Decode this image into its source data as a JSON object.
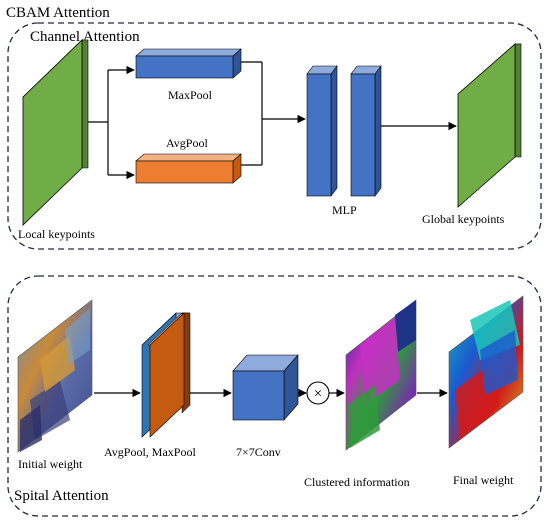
{
  "figure": {
    "title": "CBAM Attention"
  },
  "channel_attention": {
    "title": "Channel Attention",
    "input_label": "Local keypoints",
    "maxpool_label": "MaxPool",
    "avgpool_label": "AvgPool",
    "mlp_label": "MLP",
    "output_label": "Global keypoints"
  },
  "spatial_attention": {
    "title": "Spital Attention",
    "input_label": "Initial weight",
    "pool_label": "AvgPool, MaxPool",
    "conv_label": "7×7Conv",
    "cluster_label": "Clustered information",
    "output_label": "Final weight",
    "multiply_symbol": "×"
  },
  "colors": {
    "feature_green": "#70ad47",
    "feature_green_light": "#a9d18e",
    "block_blue": "#4472c4",
    "block_blue_dark": "#2f5597",
    "block_orange": "#ed7d31",
    "block_orange_dark": "#c55a11",
    "pool_brown": "#c55a11",
    "stroke": "#000000"
  }
}
